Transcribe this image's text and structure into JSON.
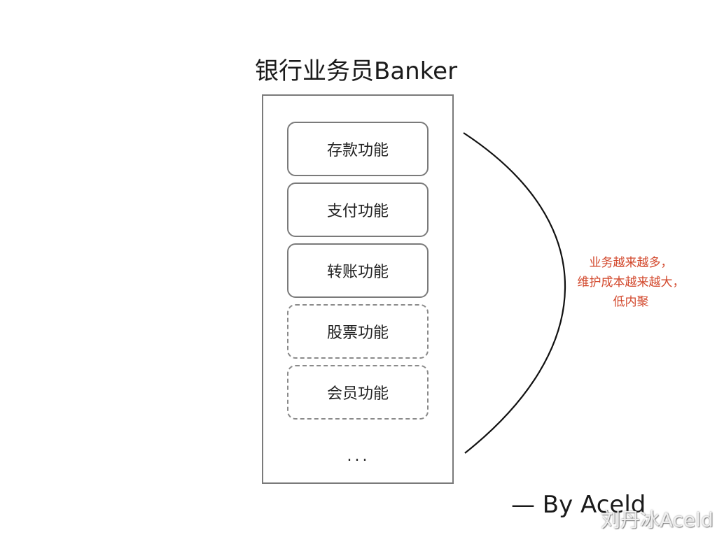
{
  "title": "银行业务员Banker",
  "functions": [
    {
      "label": "存款功能",
      "style": "solid"
    },
    {
      "label": "支付功能",
      "style": "solid"
    },
    {
      "label": "转账功能",
      "style": "solid"
    },
    {
      "label": "股票功能",
      "style": "dashed"
    },
    {
      "label": "会员功能",
      "style": "dashed"
    }
  ],
  "ellipsis": "...",
  "note": {
    "lines": [
      "业务越来越多，",
      "维护成本越来越大，",
      "低内聚"
    ],
    "color": "#d2462a"
  },
  "byline": "— By Aceld",
  "watermark": "刘丹冰Aceld"
}
